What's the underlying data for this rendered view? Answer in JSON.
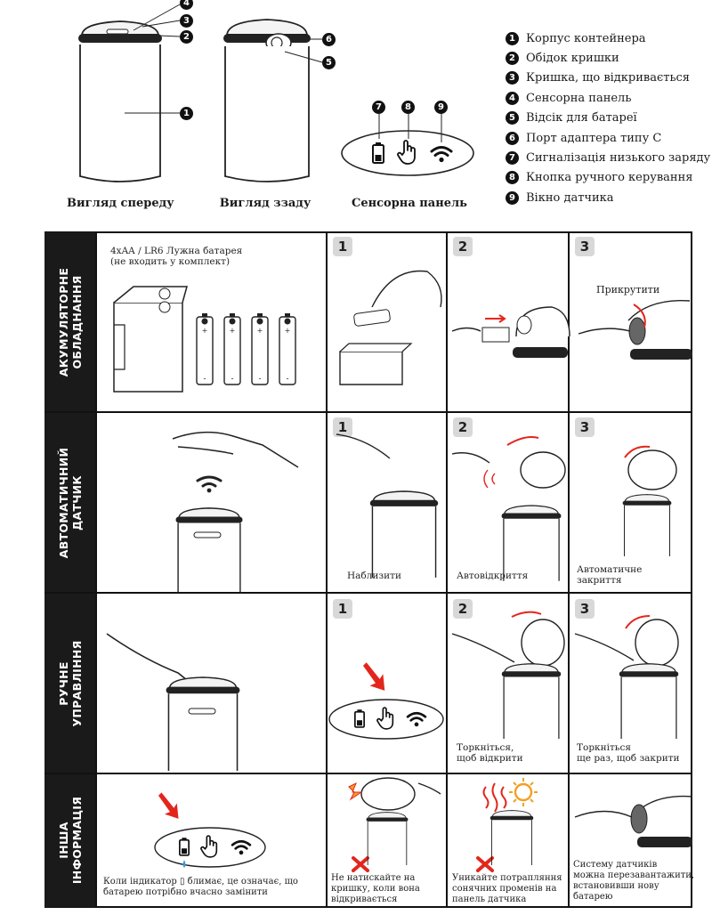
{
  "legend": [
    {
      "num": "1",
      "label": "Корпус контейнера"
    },
    {
      "num": "2",
      "label": "Обідок кришки"
    },
    {
      "num": "3",
      "label": "Кришка, що відкривається"
    },
    {
      "num": "4",
      "label": "Сенсорна панель"
    },
    {
      "num": "5",
      "label": "Відсік для батареї"
    },
    {
      "num": "6",
      "label": "Порт адаптера типу C"
    },
    {
      "num": "7",
      "label": "Сигналізація низького заряду"
    },
    {
      "num": "8",
      "label": "Кнопка ручного керування"
    },
    {
      "num": "9",
      "label": "Вікно датчика"
    }
  ],
  "views": {
    "front": "Вигляд спереду",
    "back": "Вигляд ззаду",
    "panel": "Сенсорна панель"
  },
  "callouts": {
    "front": [
      "4",
      "3",
      "2",
      "1"
    ],
    "back": [
      "6",
      "5"
    ],
    "panel": [
      "7",
      "8",
      "9"
    ]
  },
  "rows": [
    {
      "label": "АКУМУЛЯТОРНЕ\nОБЛАДНАННЯ"
    },
    {
      "label": "АВТОМАТИЧНИЙ\nДАТЧИК"
    },
    {
      "label": "РУЧНЕ\nУПРАВЛІННЯ"
    },
    {
      "label": "ІНША\nІНФОРМАЦІЯ"
    }
  ],
  "battery": {
    "title": "4xAA / LR6 Лужна батарея\n(не входить у комплект)",
    "steps": [
      "1",
      "2",
      "3"
    ],
    "screw_label": "Прикрутити"
  },
  "auto": {
    "steps": [
      "1",
      "2",
      "3"
    ],
    "captions": [
      "Наблизити",
      "Автовідкриття",
      "Автоматичне\nзакриття"
    ]
  },
  "manual": {
    "steps": [
      "1",
      "2",
      "3"
    ],
    "captions": [
      "Торкніться,\nщоб відкрити",
      "Торкніться\nще раз, щоб закрити"
    ]
  },
  "info": {
    "battery_note": "Коли індикатор ▯ блимає, це означає, що\nбатарею потрібно вчасно замінити",
    "captions": [
      "Не натискайте на\nкришку, коли вона\nвідкривається",
      "Уникайте потрапляння\nсонячних променів на\nпанель датчика",
      "Систему датчиків\nможна перезавантажити,\nвстановивши нову\nбатарею"
    ]
  }
}
